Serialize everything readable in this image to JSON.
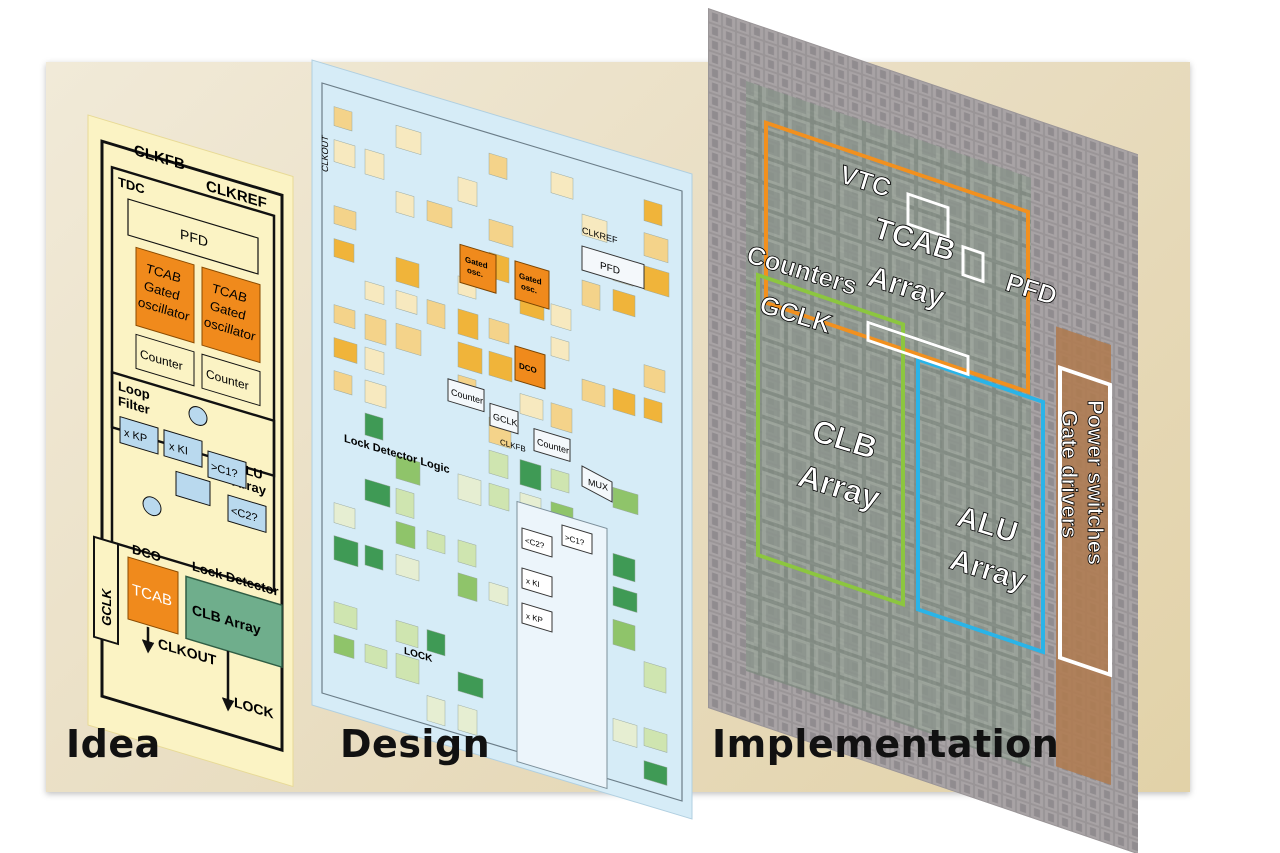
{
  "captions": {
    "idea": "Idea",
    "design": "Design",
    "implementation": "Implementation"
  },
  "idea": {
    "clk_fb": "CLKFB",
    "clk_ref": "CLKREF",
    "tdc": "TDC",
    "pfd": "PFD",
    "tcab_osc_1": [
      "TCAB",
      "Gated",
      "oscillator"
    ],
    "tcab_osc_2": [
      "TCAB",
      "Gated",
      "oscillator"
    ],
    "counter_1": "Counter",
    "counter_2": "Counter",
    "loop_filter": [
      "Loop",
      "Filter"
    ],
    "alu_array": [
      "ALU",
      "Array"
    ],
    "x_kp": "x KP",
    "x_ki": "x KI",
    "gt_c1": ">C1?",
    "lt_c2": "<C2?",
    "gclk": "GCLK",
    "dco": "DCO",
    "tcab": "TCAB",
    "lock_detector": "Lock Detector",
    "clb_array": "CLB Array",
    "clk_out": "CLKOUT",
    "lock": "LOCK"
  },
  "design": {
    "clk_out": "CLKOUT",
    "clk_ref": "CLKREF",
    "pfd": "PFD",
    "gated_osc_1": [
      "Gated",
      "osc."
    ],
    "gated_osc_2": [
      "Gated",
      "osc."
    ],
    "dco": "DCO",
    "counter_1": "Counter",
    "gclk": "GCLK",
    "counter_2": "Counter",
    "mux": "MUX",
    "clk_fb": "CLKFB",
    "lock_detector_logic": "Lock Detector Logic",
    "gt_c1": ">C1?",
    "lt_c2": "<C2?",
    "x_ki": "x KI",
    "x_kp": "x KP",
    "lock": "LOCK"
  },
  "implementation": {
    "vtc": "VTC",
    "pfd": "PFD",
    "tcab_array": [
      "TCAB",
      "Array"
    ],
    "counters": "Counters",
    "gclk": "GCLK",
    "clb_array": [
      "CLB",
      "Array"
    ],
    "alu_array": [
      "ALU",
      "Array"
    ],
    "power_switches": [
      "Power switches",
      "Gate drivers"
    ]
  },
  "colors": {
    "idea_bg": "#fbf3c4",
    "tcab_orange": "#f08a1c",
    "clb_green": "#6fae8c",
    "alu_blue": "#b9d9ee",
    "design_bg": "#d6ecf7",
    "outline_orange": "#f2901e",
    "outline_green": "#8cc63f",
    "outline_cyan": "#2ab4e8"
  }
}
